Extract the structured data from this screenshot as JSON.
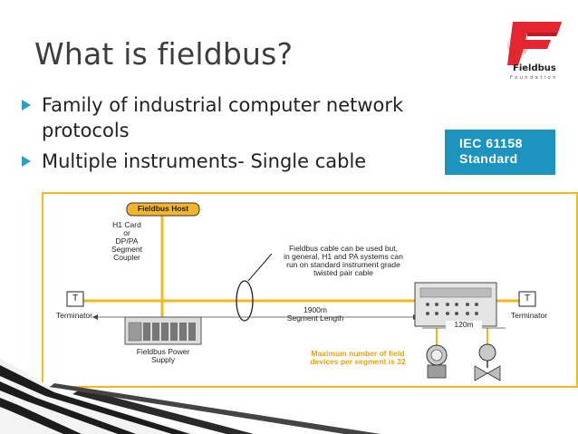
{
  "slide": {
    "title": "What is fieldbus?",
    "bullets": [
      "Family of industrial computer network protocols",
      "Multiple instruments- Single cable"
    ],
    "callout": [
      "IEC 61158",
      "Standard"
    ]
  },
  "logo": {
    "name": "Fieldbus",
    "sub": "Foundation"
  },
  "diagram": {
    "host_label": "Fieldbus Host",
    "coupler_label": [
      "H1 Card",
      "or",
      "DP/PA",
      "Segment",
      "Coupler"
    ],
    "cable_note": [
      "Fieldbus cable can be used but,",
      "in general, H1 and PA systems can",
      "run on standard instrument grade",
      "twisted pair cable"
    ],
    "terminator_left_symbol": "T",
    "terminator_right_symbol": "T",
    "terminator_label_left": "Terminator",
    "terminator_label_right": "Terminator",
    "segment_length": [
      "1900m",
      "Segment Length"
    ],
    "spur_length": "120m",
    "power_supply": [
      "Fieldbus Power",
      "Supply"
    ],
    "max_devices_note": [
      "Maximum number of field",
      "devices per segment is 32"
    ]
  },
  "colors": {
    "accent": "#1d93c0",
    "bullet": "#2a9ec4",
    "cable": "#f4b81a",
    "logo_red": "#e3262f"
  }
}
